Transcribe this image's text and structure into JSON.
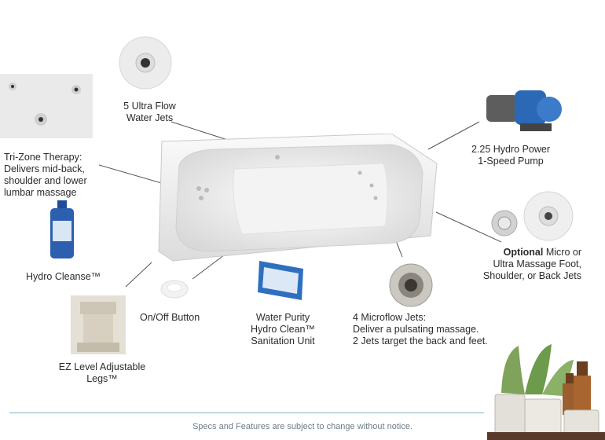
{
  "features": {
    "ultra_flow": {
      "line1": "5 Ultra Flow",
      "line2": "Water Jets"
    },
    "tri_zone": {
      "line1": "Tri-Zone Therapy:",
      "line2": "Delivers mid-back,",
      "line3": "shoulder and lower",
      "line4": "lumbar massage"
    },
    "hydro_cleanse": {
      "label": "Hydro Cleanse™"
    },
    "ez_level": {
      "line1": "EZ Level Adjustable",
      "line2": "Legs™"
    },
    "on_off": {
      "label": "On/Off Button"
    },
    "water_purity": {
      "line1": "Water Purity",
      "line2": "Hydro Clean™",
      "line3": "Sanitation Unit"
    },
    "microflow": {
      "line1": "4 Microflow Jets:",
      "line2": "Deliver a pulsating massage.",
      "line3": "2 Jets target the back and feet."
    },
    "pump": {
      "line1": "2.25 Hydro Power",
      "line2": "1-Speed Pump"
    },
    "optional": {
      "bold": "Optional",
      "line1_rest": " Micro or",
      "line2": "Ultra Massage Foot,",
      "line3": "Shoulder, or Back Jets"
    }
  },
  "footer": {
    "notice": "Specs and Features are subject to change without notice."
  },
  "colors": {
    "accent_rule": "#7fb3c6",
    "tub": "#f4f4f4",
    "cleanse_bottle": "#2d5fb0"
  }
}
